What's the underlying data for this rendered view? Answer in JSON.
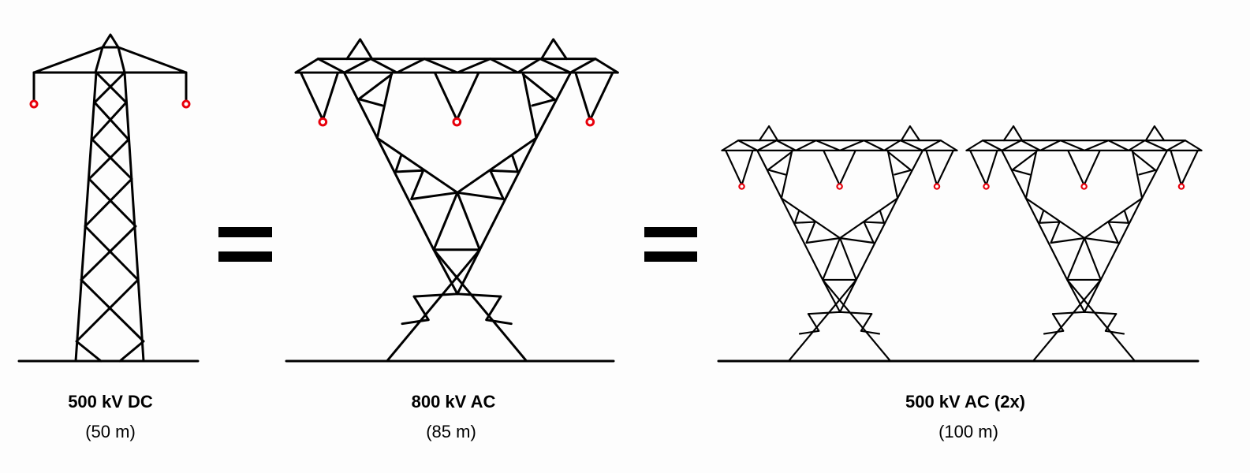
{
  "colors": {
    "structure": "#000000",
    "insulator": "#e8000b",
    "background": "#fdfdfd"
  },
  "towers": [
    {
      "title": "500 kV DC",
      "width": "(50 m)"
    },
    {
      "title": "800 kV AC",
      "width": "(85 m)"
    },
    {
      "title": "500 kV AC (2x)",
      "width": "(100 m)"
    }
  ]
}
